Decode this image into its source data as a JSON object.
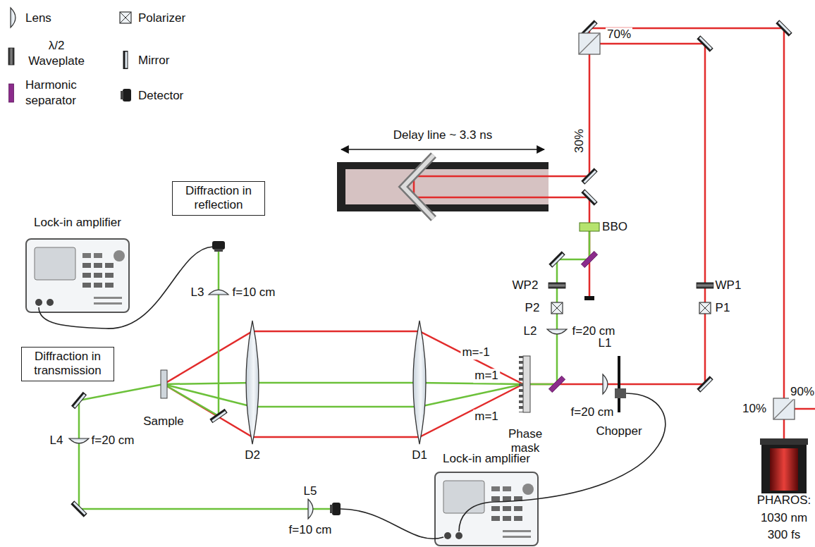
{
  "diagram": {
    "nodes": [
      {
        "text": [
          "Lock-in amplifier"
        ]
      },
      {
        "text": [
          "Diffraction in reflection"
        ]
      },
      {
        "text": [
          "Diffraction in transmission"
        ]
      },
      {
        "text": [
          "Lock-in amplifier"
        ]
      },
      {
        "text": [
          "PHAROS: 1030 nm 300 fs"
        ]
      }
    ],
    "labels": [
      "Delay line ~ 3.3 ns",
      "70%",
      "30%",
      "BBO",
      "WP2",
      "P2",
      "L2",
      "f=20 cm",
      "WP1",
      "P1",
      "L1",
      "f=20 cm",
      "L3",
      "f=10 cm",
      "Chopper",
      "Phase mask",
      "m=-1",
      "m=1",
      "m=1",
      "D1",
      "D2",
      "Sample",
      "L4",
      "f=20 cm",
      "L5",
      "f=10 cm",
      "10%",
      "90%"
    ],
    "legend": [
      {
        "text": "Lens"
      },
      {
        "text": "Polarizer"
      },
      {
        "text": "λ/2 Waveplate"
      },
      {
        "text": "Mirror"
      },
      {
        "text": "Harmonic separator"
      },
      {
        "text": "Detector"
      }
    ]
  }
}
